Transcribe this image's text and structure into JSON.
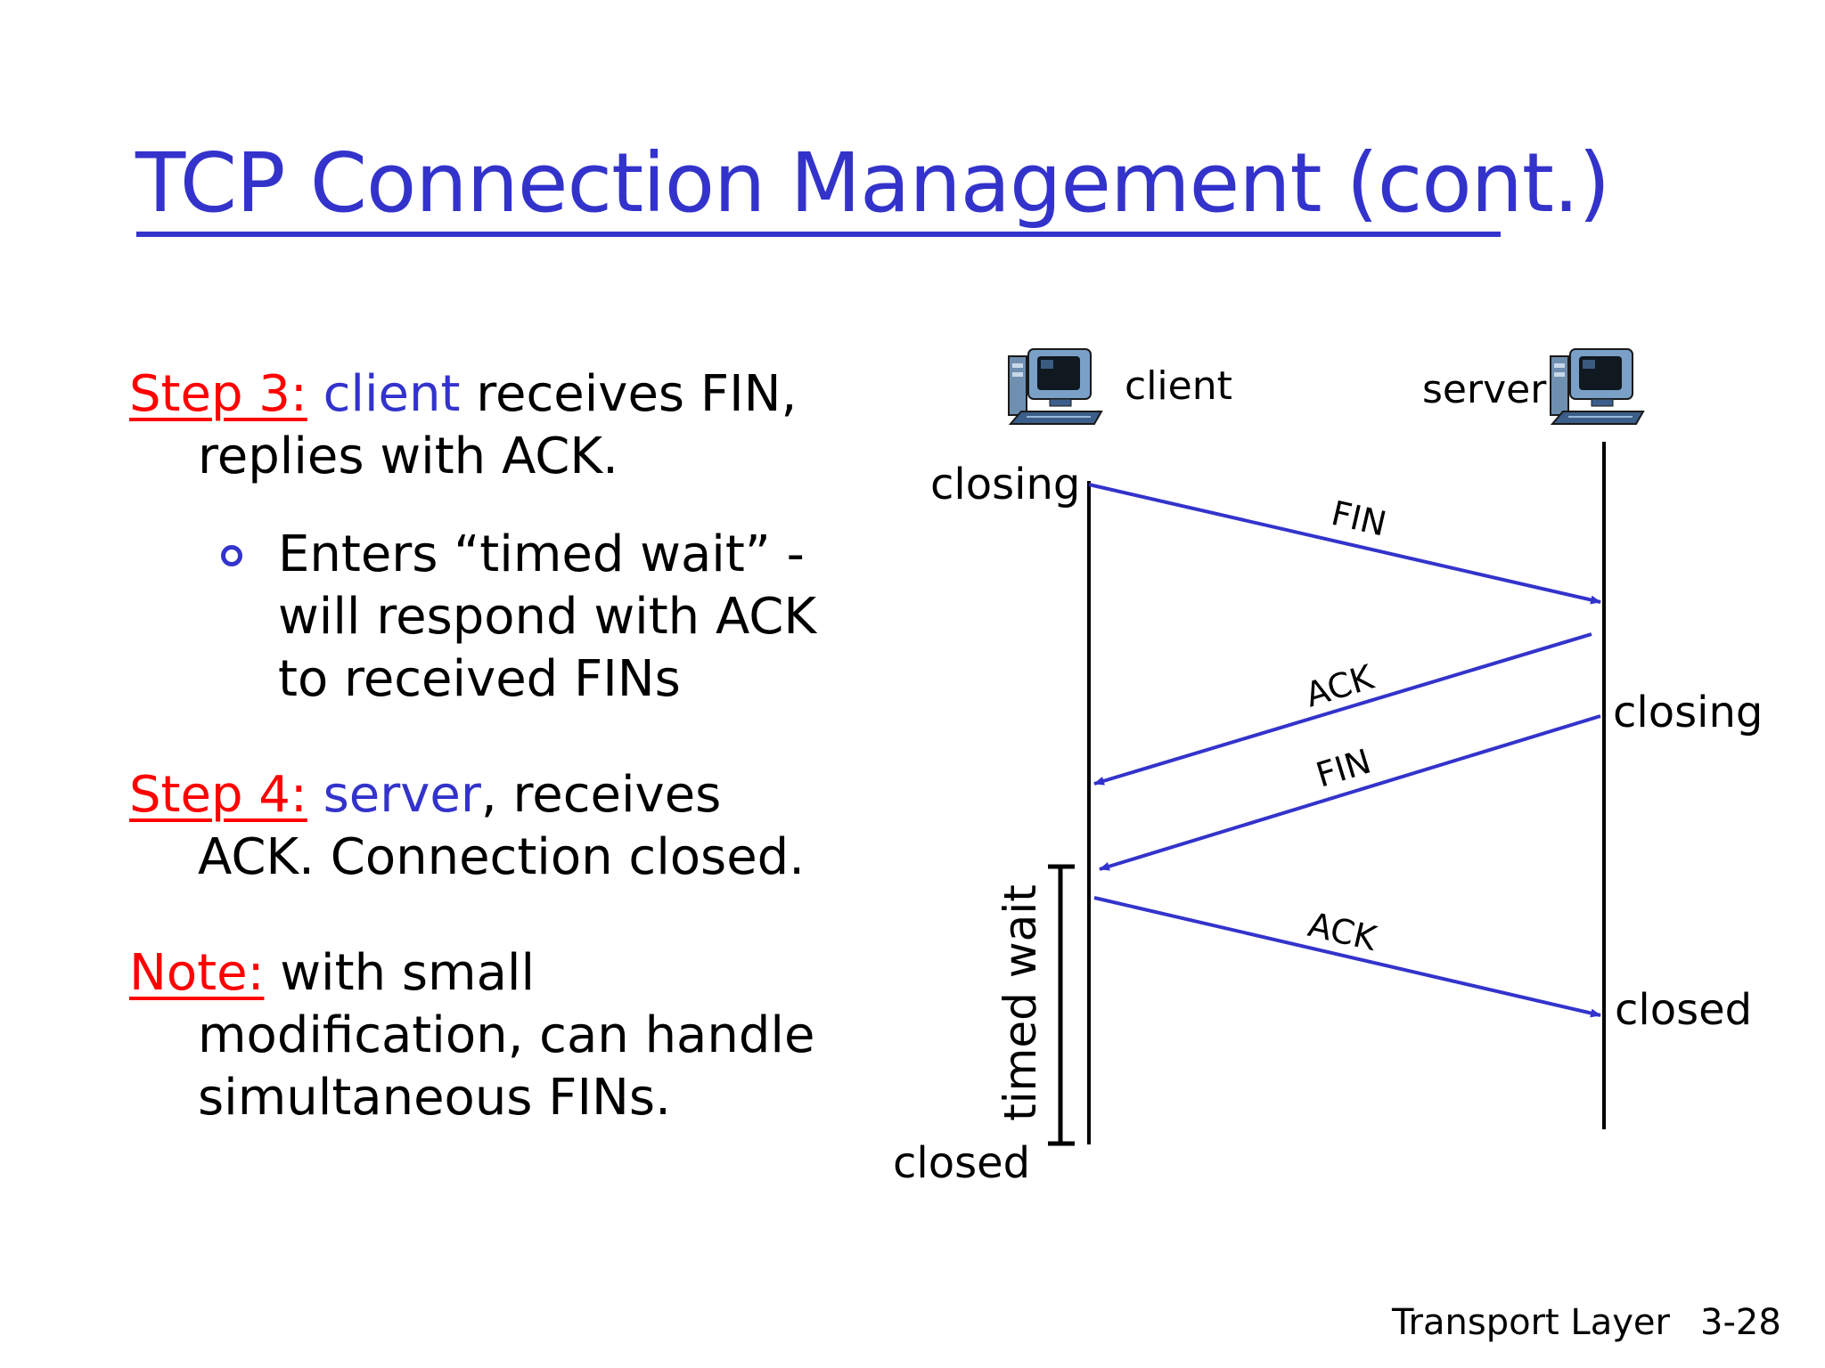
{
  "title": "TCP Connection Management (cont.)",
  "step3": {
    "label": "Step 3:",
    "subject": "client",
    "rest": "receives FIN,",
    "line2": "replies with ACK."
  },
  "bullet": {
    "line1": "Enters “timed wait” -",
    "line2": "will respond with ACK",
    "line3": "to received FINs"
  },
  "step4": {
    "label": "Step 4:",
    "subject": "server",
    "rest": ", receives",
    "line2": "ACK.  Connection closed."
  },
  "note": {
    "label": "Note:",
    "rest": "with small",
    "line2": "modification, can handle",
    "line3": "simultaneous FINs."
  },
  "diagram": {
    "client_label": "client",
    "server_label": "server",
    "client_closing": "closing",
    "server_closing": "closing",
    "server_closed": "closed",
    "client_closed": "closed",
    "timed_wait": "timed wait",
    "messages": [
      "FIN",
      "ACK",
      "FIN",
      "ACK"
    ]
  },
  "footer": {
    "section": "Transport Layer",
    "page": "3-28"
  },
  "colors": {
    "title": "#3333cc",
    "step_label": "#ff0000",
    "highlight": "#3333cc",
    "arrow": "#3333cc"
  },
  "icons": [
    "computer-icon",
    "computer-icon",
    "bullet-circle-icon"
  ]
}
